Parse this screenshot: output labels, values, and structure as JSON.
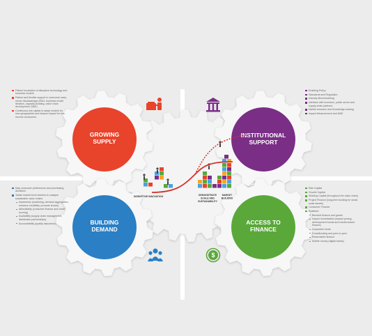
{
  "quadrants": {
    "growing_supply": {
      "title_line1": "GROWING",
      "title_line2": "SUPPLY",
      "color": "#e8432b",
      "icon": "supply-delivery-icon",
      "items": [
        {
          "text": "Patient incubation of disruptive technology and business models",
          "sub": false
        },
        {
          "text": "Patient and flexible support to overcome early-mover disadvantage (R&D, business model iteration, capacity-building, value chain development, M&E)",
          "sub": false
        },
        {
          "text": "Continuous risk capital to adapt models for new geographies and deepen impact for low-income consumers",
          "sub": false
        }
      ]
    },
    "institutional_support": {
      "title_line1": "INSTITUTIONAL",
      "title_line2": "SUPPORT",
      "color": "#7a2e86",
      "icon": "government-building-icon",
      "items": [
        {
          "text": "Enabling Policy",
          "sub": false
        },
        {
          "text": "Standards and Regulation",
          "sub": false
        },
        {
          "text": "Industry Benchmarking",
          "sub": false
        },
        {
          "text": "Interface with investors, public sector and supply-chain partners",
          "sub": false
        },
        {
          "text": "Market research and Knowledge-sharing",
          "sub": false
        },
        {
          "text": "Impact Measurement and M&E",
          "sub": false
        }
      ]
    },
    "building_demand": {
      "title_line1": "BUILDING",
      "title_line2": "DEMAND",
      "color": "#2b7fc4",
      "icon": "people-group-icon",
      "items": [
        {
          "text": "Map consumer preferences and purchasing decisions",
          "sub": false
        },
        {
          "text": "Tackle market-level barriers to catalyze sustainable value chains",
          "sub": false
        },
        {
          "text": "Awareness (marketing, demand aggregation, enhance credibility, promote shows)",
          "sub": true
        },
        {
          "text": "Affordability (consumer finance and credit scoring)",
          "sub": true
        },
        {
          "text": "Availability (supply chain management, distribution partnerships)",
          "sub": true
        },
        {
          "text": "Accountability (quality assurance)",
          "sub": true
        }
      ]
    },
    "access_to_finance": {
      "title_line1": "ACCESS TO",
      "title_line2": "FINANCE",
      "color": "#5aa83a",
      "icon": "dollar-coin-icon",
      "items": [
        {
          "text": "Risk Capital",
          "sub": false
        },
        {
          "text": "Growth Capital",
          "sub": false
        },
        {
          "text": "Working Capital (throughout the value chain)",
          "sub": false
        },
        {
          "text": "Project Finance (long-term funding for small-scale assets)",
          "sub": false
        },
        {
          "text": "Consumer Finance",
          "sub": false
        },
        {
          "text": "Enablers:",
          "sub": false
        },
        {
          "text": "Blended finance and grants",
          "sub": true
        },
        {
          "text": "Impact monetization (impact pricing, development bonds and results-based finance)",
          "sub": true
        },
        {
          "text": "Guarantee funds",
          "sub": true
        },
        {
          "text": "Crowdfunding and peer-to-peer",
          "sub": true
        },
        {
          "text": "Receivables finance",
          "sub": true
        },
        {
          "text": "Mobile money (digital banks)",
          "sub": true
        }
      ]
    }
  },
  "center": {
    "stage1": "DISRUPTIVE INNOVATION",
    "stage2_line1": "DEMONSTRATE",
    "stage2_line2": "SCALE AND",
    "stage2_line3": "SUSTAINABILITY",
    "stage3_line1": "MARKET",
    "stage3_line2": "BUILDING",
    "curve_color": "#d2332a",
    "bar_colors": [
      "#4aa3df",
      "#e8432b",
      "#5aa83a",
      "#7a2e86",
      "#f5a623"
    ]
  }
}
